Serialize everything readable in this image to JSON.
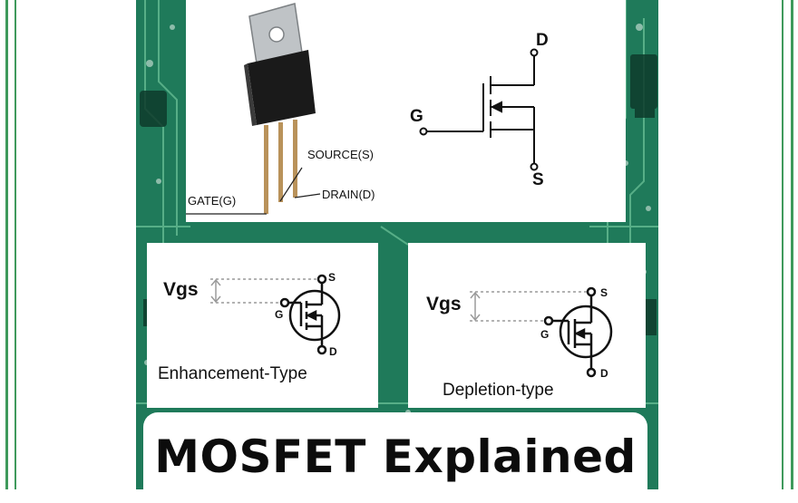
{
  "colors": {
    "pcb": "#1f7a5a",
    "frame": "#3f9a5c",
    "ink": "#111111"
  },
  "top_panel": {
    "package_labels": {
      "source": "SOURCE(S)",
      "gate": "GATE(G)",
      "drain": "DRAIN(D)"
    },
    "symbol_labels": {
      "drain": "D",
      "gate": "G",
      "source": "S"
    }
  },
  "enhancement_panel": {
    "vgs": "Vgs",
    "terminal_s": "S",
    "terminal_g": "G",
    "terminal_d": "D",
    "caption": "Enhancement-Type"
  },
  "depletion_panel": {
    "vgs": "Vgs",
    "terminal_s": "S",
    "terminal_g": "G",
    "terminal_d": "D",
    "caption": "Depletion-type"
  },
  "title": "MOSFET Explained"
}
